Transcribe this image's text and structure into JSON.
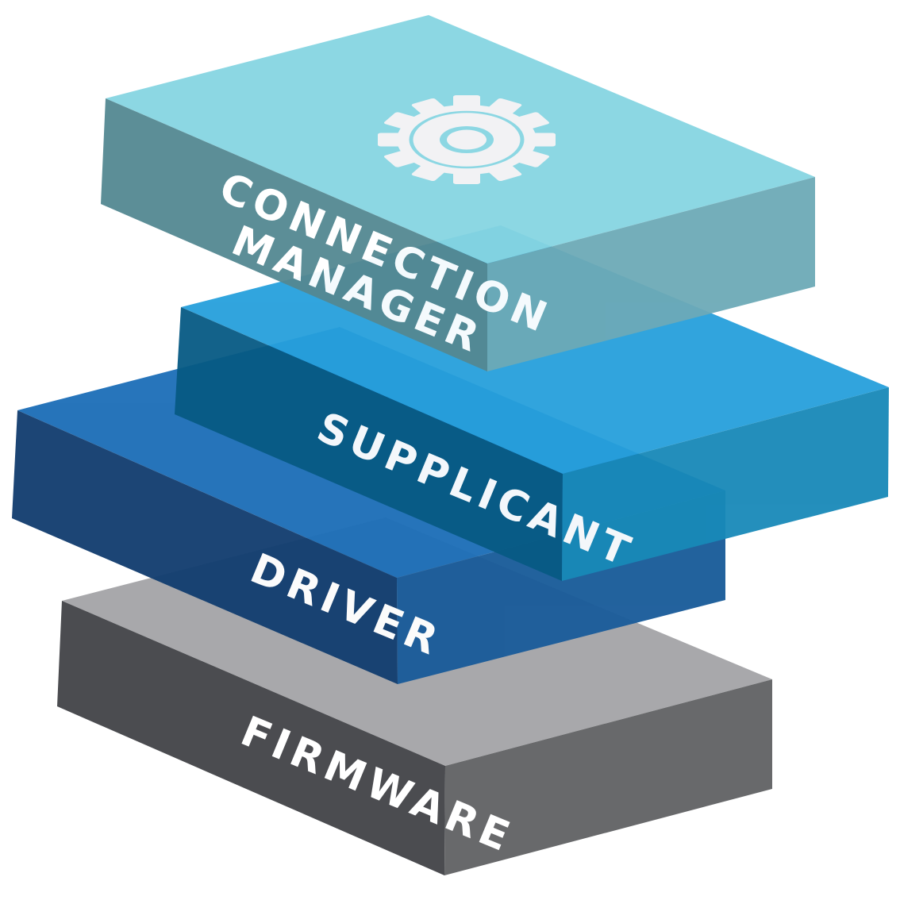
{
  "diagram": {
    "layers": [
      {
        "id": "firmware",
        "label": "FIRMWARE",
        "colors": {
          "top": "#a8a8ab",
          "left": "#4b4c50",
          "right": "#68696b"
        }
      },
      {
        "id": "driver",
        "label": "DRIVER",
        "colors": {
          "top": "#1e6fb8",
          "left": "#133e70",
          "right": "#1a5c9a"
        }
      },
      {
        "id": "supplicant",
        "label": "SUPPLICANT",
        "colors": {
          "top": "#26a0dc",
          "left": "#075a84",
          "right": "#1889b8"
        }
      },
      {
        "id": "connection-manager",
        "label_lines": [
          "CONNECTION",
          "MANAGER"
        ],
        "icon": "gear-icon",
        "colors": {
          "top": "#86d5e2",
          "left": "#548892",
          "right": "#6daab7"
        }
      }
    ]
  }
}
